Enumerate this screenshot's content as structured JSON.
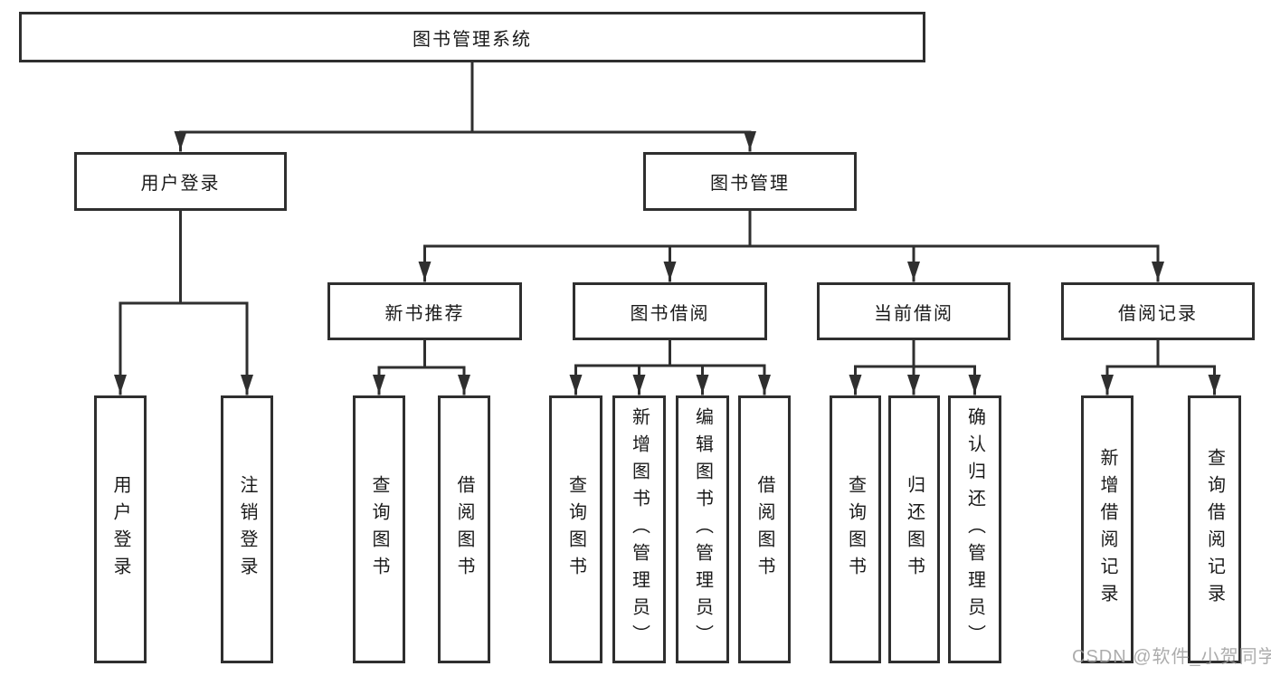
{
  "diagram": {
    "root": "图书管理系统",
    "user_login": {
      "label": "用户登录",
      "children": [
        "用户登录",
        "注销登录"
      ]
    },
    "book_mgmt": {
      "label": "图书管理",
      "sections": {
        "new_book_rec": {
          "label": "新书推荐",
          "children": [
            "查询图书",
            "借阅图书"
          ]
        },
        "book_borrow": {
          "label": "图书借阅",
          "children": [
            "查询图书",
            "新增图书（管理员）",
            "编辑图书（管理员）",
            "借阅图书"
          ]
        },
        "current_borrow": {
          "label": "当前借阅",
          "children": [
            "查询图书",
            "归还图书",
            "确认归还（管理员）"
          ]
        },
        "borrow_records": {
          "label": "借阅记录",
          "children": [
            "新增借阅记录",
            "查询借阅记录"
          ]
        }
      }
    }
  },
  "watermark": "CSDN @软件_小贺同学",
  "colors": {
    "line": "#2f2f2f",
    "box_border": "#2f2f2f",
    "text": "#1a1a1a",
    "watermark": "#9e9e9e",
    "background": "#ffffff"
  }
}
